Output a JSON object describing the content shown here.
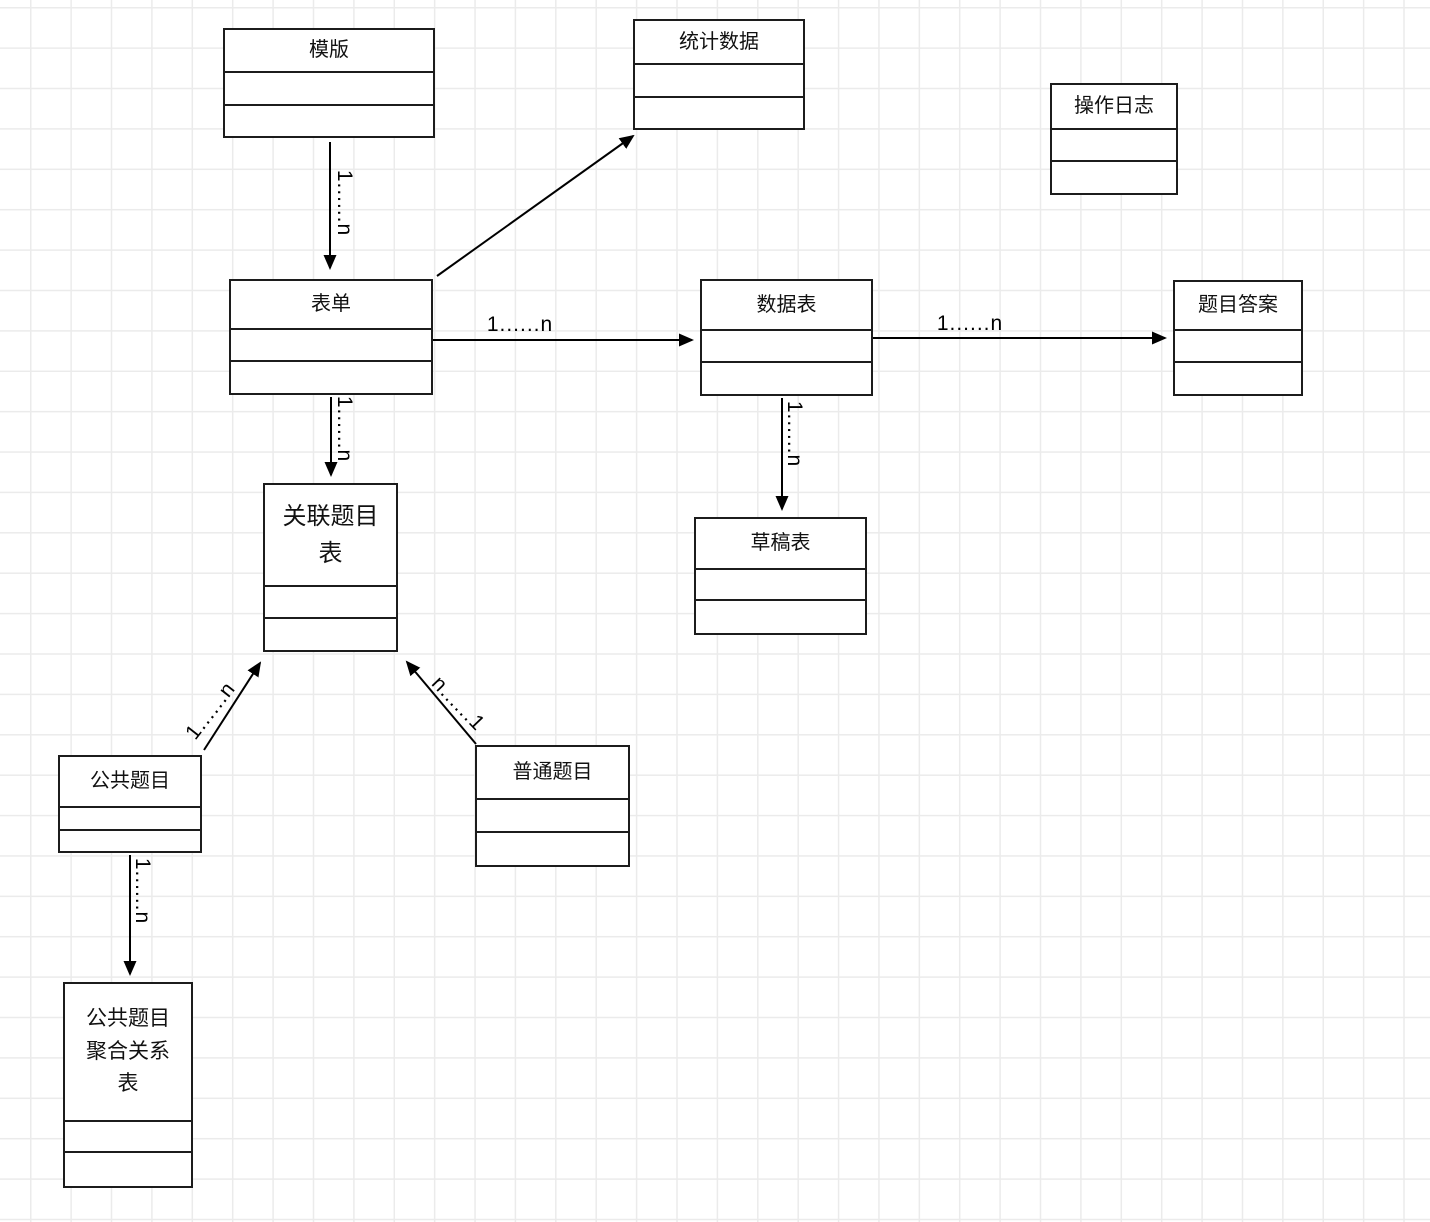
{
  "diagram": {
    "type": "uml-class-diagram",
    "background": "#ffffff",
    "grid_color": "#ebebeb",
    "line_color": "#000000",
    "classes": [
      {
        "id": "template",
        "title": "模版"
      },
      {
        "id": "stats",
        "title": "统计数据"
      },
      {
        "id": "oplog",
        "title": "操作日志"
      },
      {
        "id": "form",
        "title": "表单"
      },
      {
        "id": "datatable",
        "title": "数据表"
      },
      {
        "id": "answers",
        "title": "题目答案"
      },
      {
        "id": "draft",
        "title": "草稿表"
      },
      {
        "id": "related",
        "title": "关联题目表"
      },
      {
        "id": "public",
        "title": "公共题目"
      },
      {
        "id": "normal",
        "title": "普通题目"
      },
      {
        "id": "publicagg",
        "title": "公共题目聚合关系表"
      }
    ],
    "edges": [
      {
        "from": "模版",
        "to": "表单",
        "label": "1......n"
      },
      {
        "from": "表单",
        "to": "统计数据",
        "label": ""
      },
      {
        "from": "表单",
        "to": "数据表",
        "label": "1......n"
      },
      {
        "from": "数据表",
        "to": "题目答案",
        "label": "1......n"
      },
      {
        "from": "数据表",
        "to": "草稿表",
        "label": "1......n"
      },
      {
        "from": "表单",
        "to": "关联题目表",
        "label": "1......n"
      },
      {
        "from": "公共题目",
        "to": "关联题目表",
        "label": "1......n"
      },
      {
        "from": "普通题目",
        "to": "关联题目表",
        "label": "n......1"
      },
      {
        "from": "公共题目",
        "to": "公共题目聚合关系表",
        "label": "1......n"
      }
    ]
  }
}
